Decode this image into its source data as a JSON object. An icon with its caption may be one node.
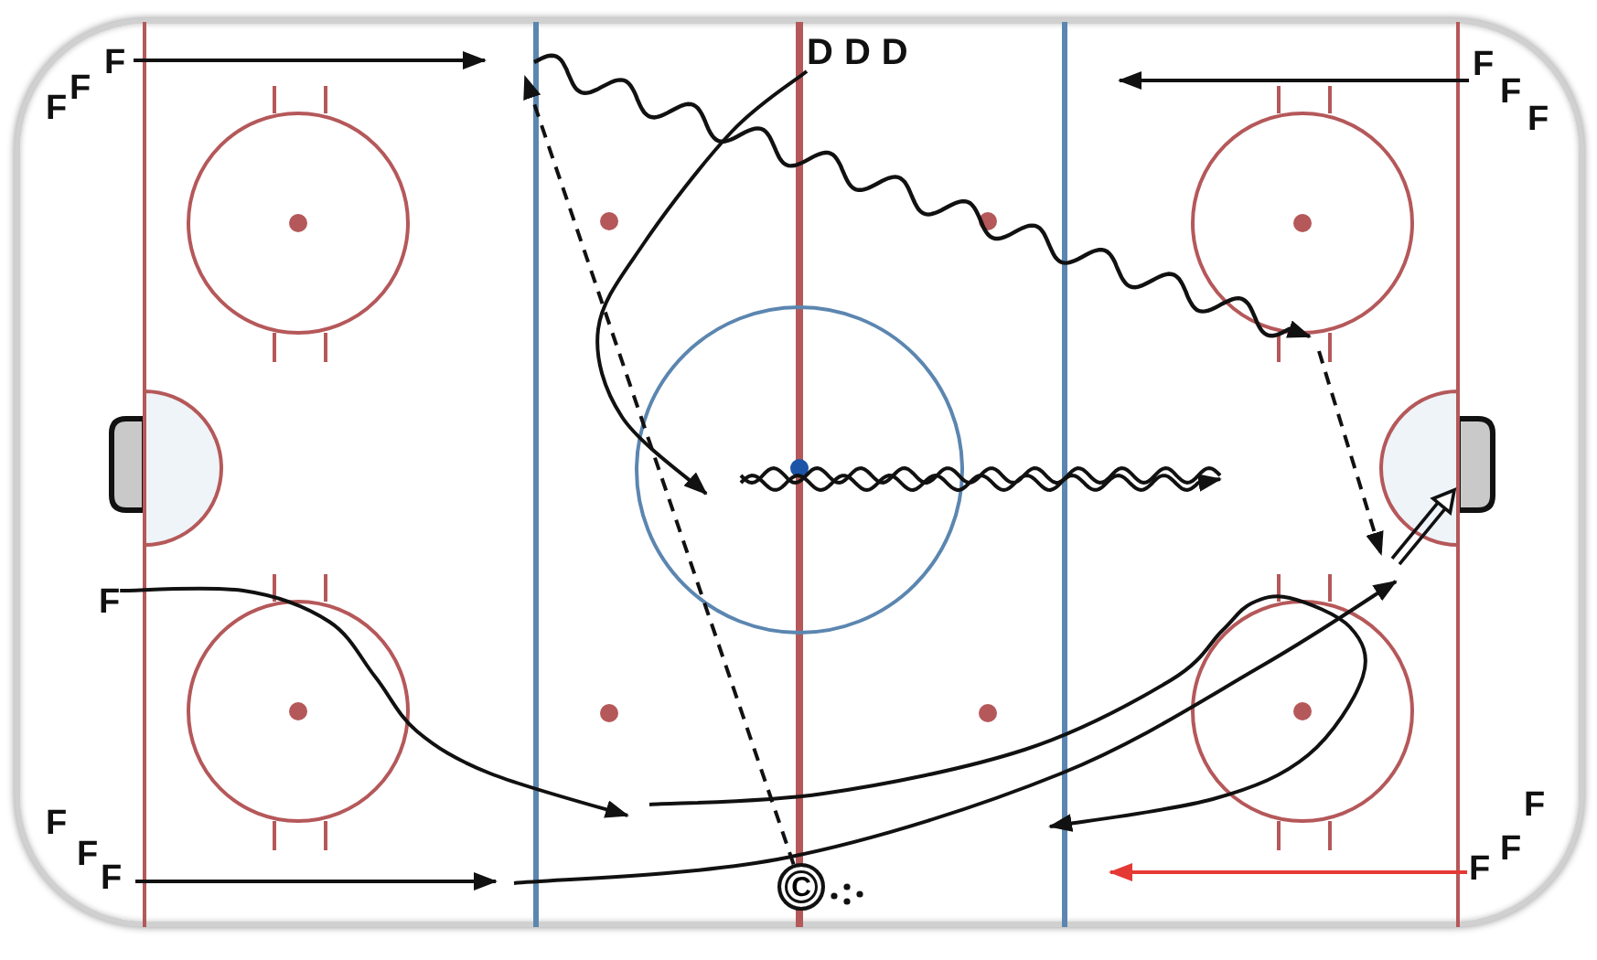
{
  "diagram": {
    "nodes": [
      {
        "text": [
          "F",
          "F",
          "F"
        ]
      },
      {
        "text": [
          "DDD"
        ]
      },
      {
        "text": [
          "F",
          "F",
          "F"
        ]
      },
      {
        "text": [
          "F"
        ]
      },
      {
        "text": [
          "F",
          "F",
          "F"
        ]
      },
      {
        "text": [
          "C"
        ]
      },
      {
        "text": [
          "F",
          "F",
          "F"
        ]
      }
    ],
    "edges": [
      {
        "from": 0,
        "to": null,
        "arrow": "to"
      },
      {
        "from": 1,
        "to": null,
        "arrow": "to"
      },
      {
        "from": 2,
        "to": null,
        "arrow": "to"
      },
      {
        "from": 3,
        "to": null,
        "arrow": "to"
      },
      {
        "from": 4,
        "to": null,
        "arrow": "to"
      },
      {
        "from": 5,
        "to": null,
        "arrow": "to",
        "style": "dashed"
      },
      {
        "from": 6,
        "to": null,
        "arrow": "to",
        "color": "#e53935"
      }
    ]
  }
}
